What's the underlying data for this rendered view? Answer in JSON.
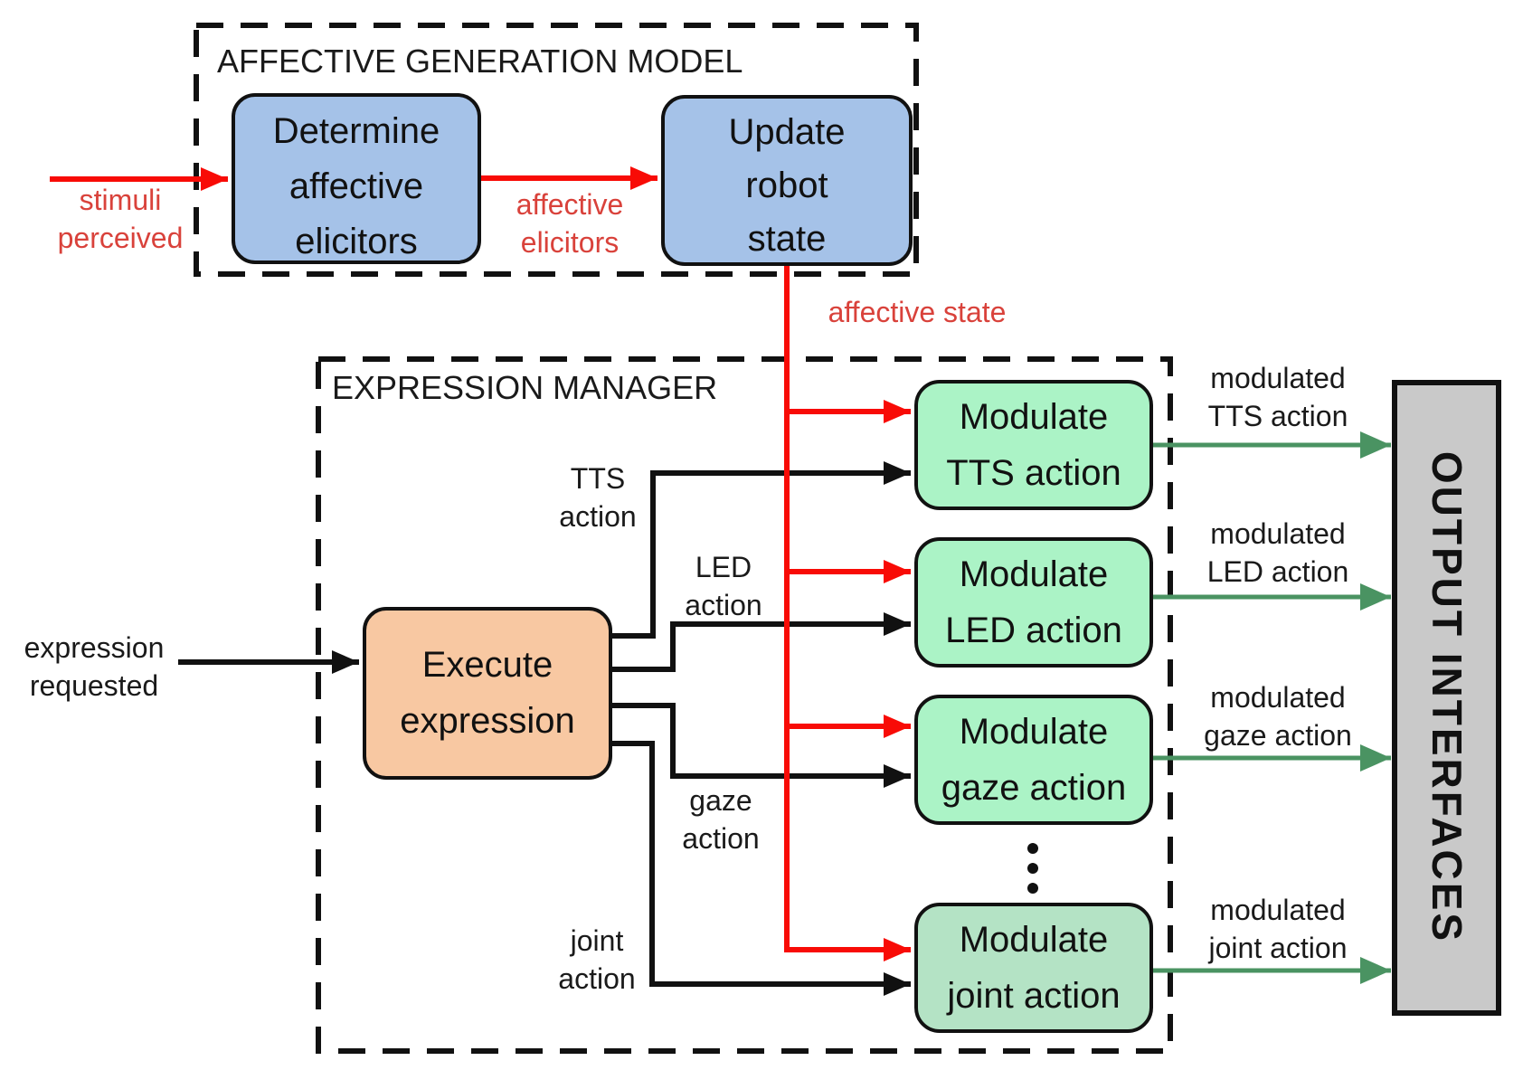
{
  "diagram": {
    "groups": {
      "agm": "AFFECTIVE GENERATION MODEL",
      "em": "EXPRESSION MANAGER"
    },
    "nodes": {
      "determine": [
        "Determine",
        "affective",
        "elicitors"
      ],
      "update": [
        "Update",
        "robot",
        "state"
      ],
      "execute": [
        "Execute",
        "expression"
      ],
      "mod_tts": [
        "Modulate",
        "TTS action"
      ],
      "mod_led": [
        "Modulate",
        "LED action"
      ],
      "mod_gaze": [
        "Modulate",
        "gaze action"
      ],
      "mod_joint": [
        "Modulate",
        "joint action"
      ],
      "output_interfaces": "OUTPUT INTERFACES"
    },
    "edge_labels": {
      "stimuli": [
        "stimuli",
        "perceived"
      ],
      "affective_elicitors": [
        "affective",
        "elicitors"
      ],
      "affective_state": "affective state",
      "expression_requested": [
        "expression",
        "requested"
      ],
      "tts_action": [
        "TTS",
        "action"
      ],
      "led_action": [
        "LED",
        "action"
      ],
      "gaze_action": [
        "gaze",
        "action"
      ],
      "joint_action": [
        "joint",
        "action"
      ],
      "mod_tts": [
        "modulated",
        "TTS action"
      ],
      "mod_led": [
        "modulated",
        "LED action"
      ],
      "mod_gaze": [
        "modulated",
        "gaze action"
      ],
      "mod_joint": [
        "modulated",
        "joint action"
      ]
    },
    "colors": {
      "node_blue": "#a5c2e8",
      "node_orange": "#f8c8a2",
      "node_green": "#abf3c6",
      "node_green_muted": "#b4e3c5",
      "output_gray": "#c9c9c9",
      "line_red": "#f80b06",
      "line_black": "#111111",
      "line_green": "#4a9362",
      "text_red": "#d9423b"
    }
  }
}
